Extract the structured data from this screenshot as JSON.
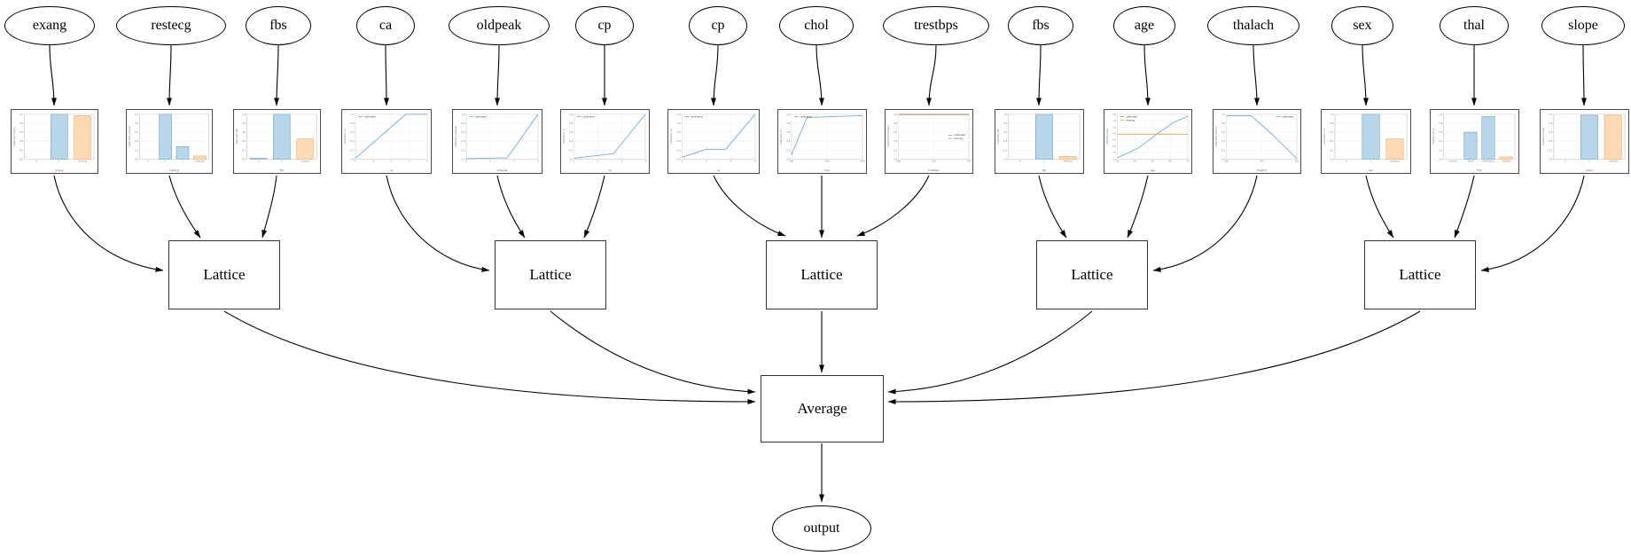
{
  "graph": {
    "features": [
      {
        "label": "exang"
      },
      {
        "label": "restecg"
      },
      {
        "label": "fbs"
      },
      {
        "label": "ca"
      },
      {
        "label": "oldpeak"
      },
      {
        "label": "cp"
      },
      {
        "label": "cp"
      },
      {
        "label": "chol"
      },
      {
        "label": "trestbps"
      },
      {
        "label": "fbs"
      },
      {
        "label": "age"
      },
      {
        "label": "thalach"
      },
      {
        "label": "sex"
      },
      {
        "label": "thal"
      },
      {
        "label": "slope"
      }
    ],
    "lattices": [
      {
        "label": "Lattice",
        "inputs": [
          "exang",
          "restecg",
          "fbs"
        ]
      },
      {
        "label": "Lattice",
        "inputs": [
          "ca",
          "oldpeak",
          "cp"
        ]
      },
      {
        "label": "Lattice",
        "inputs": [
          "cp",
          "chol",
          "trestbps"
        ]
      },
      {
        "label": "Lattice",
        "inputs": [
          "fbs",
          "age",
          "thalach"
        ]
      },
      {
        "label": "Lattice",
        "inputs": [
          "sex",
          "thal",
          "slope"
        ]
      }
    ],
    "average": {
      "label": "Average"
    },
    "output": {
      "label": "output"
    }
  },
  "colors": {
    "edge": "#000000",
    "bar_blue_fill": "#b9d5ea",
    "bar_blue_edge": "#6ba3cc",
    "bar_orange_fill": "#fdd9b4",
    "bar_orange_edge": "#f9ab67",
    "line_blue": "#74aad6",
    "line_orange": "#ffa85e",
    "grid": "#ebebeb",
    "tick": "#777777",
    "spine": "#b0b0b0"
  },
  "chart_data": [
    {
      "feature": "exang",
      "type": "bar",
      "xlabel": "exang",
      "ylabel": "calibrated exang",
      "yticks": [
        "0.0",
        "0.2",
        "0.4",
        "0.6",
        "0.8",
        "1.0"
      ],
      "categories": [
        "0",
        "1",
        "missing"
      ],
      "values": [
        0,
        1.0,
        0.97
      ],
      "bar_colors": [
        "blue",
        "blue",
        "orange"
      ]
    },
    {
      "feature": "restecg",
      "type": "bar",
      "xlabel": "restecg",
      "ylabel": "calibrated restecg",
      "yticks": [
        "0.0",
        "0.2",
        "0.4",
        "0.6",
        "0.8",
        "1.0"
      ],
      "categories": [
        "0",
        "1",
        "2",
        "missing"
      ],
      "values": [
        0,
        1.0,
        0.28,
        0.07
      ],
      "bar_colors": [
        "blue",
        "blue",
        "blue",
        "orange"
      ]
    },
    {
      "feature": "fbs",
      "type": "bar",
      "xlabel": "fbs",
      "ylabel": "calibrated fbs",
      "yticks": [
        "0.0",
        "0.2",
        "0.4",
        "0.6",
        "0.8",
        "1.0"
      ],
      "categories": [
        "0",
        "1",
        "missing"
      ],
      "values": [
        0.02,
        1.0,
        0.45
      ],
      "bar_colors": [
        "blue",
        "blue",
        "orange"
      ]
    },
    {
      "feature": "ca",
      "type": "line",
      "xlabel": "ca",
      "ylabel": "calibrated ca",
      "yticks": [
        "0.0",
        "0.2",
        "0.4",
        "0.6",
        "0.8",
        "1.0"
      ],
      "xticks": [
        "0",
        "1",
        "2",
        "3",
        "4"
      ],
      "legend_pos": "top-left",
      "series": [
        {
          "name": "calibrated",
          "color": "blue",
          "points": [
            [
              0,
              0.02
            ],
            [
              0.7,
              1.0
            ],
            [
              1,
              1.0
            ]
          ]
        }
      ]
    },
    {
      "feature": "oldpeak",
      "type": "line",
      "xlabel": "oldpeak",
      "ylabel": "calibrated oldpeak",
      "yticks": [
        "0.0",
        "0.2",
        "0.4",
        "0.6",
        "0.8",
        "1.0"
      ],
      "xticks": [
        "0",
        "2",
        "4",
        "6"
      ],
      "legend_pos": "top-left",
      "series": [
        {
          "name": "calibrated",
          "color": "blue",
          "points": [
            [
              0,
              0.01
            ],
            [
              0.57,
              0.03
            ],
            [
              1,
              1.0
            ]
          ]
        }
      ]
    },
    {
      "feature": "cp",
      "type": "line",
      "xlabel": "cp",
      "ylabel": "calibrated cp",
      "yticks": [
        "0.0",
        "0.2",
        "0.4",
        "0.6",
        "0.8",
        "1.0"
      ],
      "xticks": [
        "1",
        "2",
        "3",
        "4"
      ],
      "legend_pos": "top-left",
      "series": [
        {
          "name": "calibrated",
          "color": "blue",
          "points": [
            [
              0,
              0.02
            ],
            [
              0.55,
              0.12
            ],
            [
              1,
              1.0
            ]
          ]
        }
      ]
    },
    {
      "feature": "cp",
      "type": "line",
      "xlabel": "cp",
      "ylabel": "calibrated cp",
      "yticks": [
        "0.0",
        "0.2",
        "0.4",
        "0.6",
        "0.8",
        "1.0"
      ],
      "xticks": [
        "1",
        "2",
        "3",
        "4"
      ],
      "legend_pos": "top-left",
      "series": [
        {
          "name": "calibrated",
          "color": "blue",
          "points": [
            [
              0,
              0.04
            ],
            [
              0.33,
              0.22
            ],
            [
              0.6,
              0.22
            ],
            [
              1,
              1.0
            ]
          ]
        }
      ]
    },
    {
      "feature": "chol",
      "type": "line",
      "xlabel": "chol",
      "ylabel": "calibrated chol",
      "yticks": [
        "0.0",
        "0.2",
        "0.4",
        "0.6",
        "0.8",
        "1.0"
      ],
      "xticks": [
        "200",
        "300",
        "400"
      ],
      "legend_pos": "top-left",
      "series": [
        {
          "name": "calibrated",
          "color": "blue",
          "points": [
            [
              0,
              0.1
            ],
            [
              0.22,
              0.93
            ],
            [
              1,
              0.97
            ]
          ]
        }
      ]
    },
    {
      "feature": "trestbps",
      "type": "line",
      "xlabel": "trestbps",
      "ylabel": "calibrated trestbps",
      "yticks": [
        "0.0",
        "0.2",
        "0.4",
        "0.6",
        "0.8",
        "1.0"
      ],
      "xticks": [
        "100",
        "150",
        "200"
      ],
      "legend_pos": "mid-right",
      "series": [
        {
          "name": "calibrated",
          "color": "blue",
          "points": [
            [
              0,
              1.0
            ],
            [
              1,
              1.0
            ]
          ]
        },
        {
          "name": "missing",
          "color": "orange",
          "points": [
            [
              0,
              0.985
            ],
            [
              1,
              0.985
            ]
          ]
        }
      ]
    },
    {
      "feature": "fbs",
      "type": "bar",
      "xlabel": "fbs",
      "ylabel": "calibrated fbs",
      "yticks": [
        "0.0",
        "0.2",
        "0.4",
        "0.6",
        "0.8",
        "1.0"
      ],
      "categories": [
        "0",
        "1",
        "missing"
      ],
      "values": [
        0,
        1.0,
        0.06
      ],
      "bar_colors": [
        "blue",
        "blue",
        "orange"
      ]
    },
    {
      "feature": "age",
      "type": "line",
      "xlabel": "age",
      "ylabel": "calibrated age",
      "yticks": [
        "-1.5",
        "-1.0",
        "-0.5",
        "0.0",
        "0.5",
        "1.0",
        "1.5",
        "2.0"
      ],
      "xticks": [
        "30",
        "40",
        "50",
        "60",
        "70"
      ],
      "legend_pos": "top-left",
      "series": [
        {
          "name": "calibrated",
          "color": "blue",
          "points": [
            [
              0,
              0.03
            ],
            [
              0.3,
              0.25
            ],
            [
              0.55,
              0.55
            ],
            [
              0.8,
              0.82
            ],
            [
              1,
              0.96
            ]
          ]
        },
        {
          "name": "missing",
          "color": "orange",
          "points": [
            [
              0,
              0.55
            ],
            [
              1,
              0.55
            ]
          ]
        }
      ]
    },
    {
      "feature": "thalach",
      "type": "line",
      "xlabel": "thalach",
      "ylabel": "calibrated thalach",
      "yticks": [
        "0.0",
        "0.2",
        "0.4",
        "0.6",
        "0.8",
        "1.0"
      ],
      "xticks": [
        "100",
        "150",
        "200"
      ],
      "legend_pos": "top-right",
      "series": [
        {
          "name": "calibrated",
          "color": "blue",
          "points": [
            [
              0,
              0.97
            ],
            [
              0.35,
              0.97
            ],
            [
              0.65,
              0.55
            ],
            [
              1,
              0.01
            ]
          ]
        }
      ]
    },
    {
      "feature": "sex",
      "type": "bar",
      "xlabel": "sex",
      "ylabel": "calibrated sex",
      "yticks": [
        "0.0",
        "0.2",
        "0.4",
        "0.6",
        "0.8",
        "1.0"
      ],
      "categories": [
        "0",
        "1",
        "missing"
      ],
      "values": [
        0,
        1.0,
        0.45
      ],
      "bar_colors": [
        "blue",
        "blue",
        "orange"
      ]
    },
    {
      "feature": "thal",
      "type": "bar",
      "xlabel": "thal",
      "ylabel": "calibrated thal",
      "yticks": [
        "0.0",
        "0.2",
        "0.4",
        "0.6",
        "0.8",
        "1.0"
      ],
      "categories": [
        "normal",
        "fixed",
        "reversible",
        "missing"
      ],
      "values": [
        0,
        0.6,
        0.95,
        0.05
      ],
      "bar_colors": [
        "blue",
        "blue",
        "blue",
        "orange"
      ]
    },
    {
      "feature": "slope",
      "type": "bar",
      "xlabel": "slope",
      "ylabel": "calibrated slope",
      "yticks": [
        "0.0",
        "0.2",
        "0.4",
        "0.6",
        "0.8",
        "1.0"
      ],
      "categories": [
        "1",
        "2",
        "missing"
      ],
      "values": [
        0,
        0.98,
        0.98
      ],
      "bar_colors": [
        "blue",
        "blue",
        "orange"
      ]
    }
  ]
}
